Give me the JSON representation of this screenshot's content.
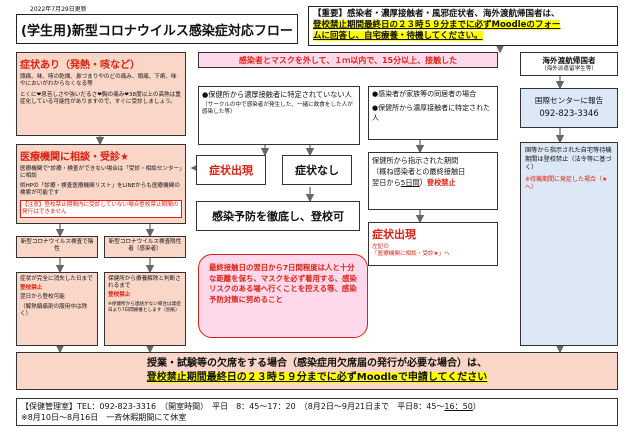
{
  "header": {
    "date": "2022年7月29日更新",
    "title": "(学生用)新型コロナウイルス感染症対応フロー"
  },
  "important": {
    "line1": "【重要】感染者・濃厚接触者・風邪症状者、海外渡航帰国者は、",
    "line2": "登校禁止期間最終日の２３時５９分までに必ずMoodleのフォー",
    "line3": "ムに回答し、自宅療養・待機してください。"
  },
  "symptoms": {
    "title": "症状あり（発熱・咳など）",
    "p1": "頭痛、味、咳の乾燥、鼻づまりやのどの痛み、頭痛、下痢、味やにおいがわからなくなる等",
    "p2": "とくに❤息苦しさや強いだるさ❤胸の痛み❤38度以上の高熱は重症化している可能性がありますので、すぐに受診しましょう。"
  },
  "medical": {
    "title": "医療機関に相談・受診",
    "star": "★",
    "p1": "医療機関で\"診療・検査ができない場合は「受診・相談センター」に相談",
    "p2": "県HPの「診療・検査医療機関リスト」をLINEからも医療機関の検索が可能です",
    "note": "【注意】登校禁止期間内に受診していない場合登校禁止期間の発行はできません"
  },
  "results": {
    "negative": "新型コロナウイルス検査で陰性",
    "positive": "新型コロナウイルス検査陽性者（感染者）",
    "neg_detail1": "症状が完全に消失した日まで",
    "neg_detail2": "登校禁止",
    "neg_detail3": "翌日から登校可能",
    "neg_detail4": "（解熱鎮痛剤の服用中は除く）",
    "pos_detail1": "保健所から療養解除と判断されるまで",
    "pos_detail2": "登校禁止",
    "pos_detail3": "※保健所から連絡がない場合は発症日より7日間療養とします（別紙）"
  },
  "contact": {
    "header": "感染者とマスクを外して、１ｍ以内で、15分以上、接触した",
    "case1_title": "●保健所から濃厚接触者に特定されていない人",
    "case1_note": "（サークルの中で感染者が発生した、一緒に飲食をした人が感染した等）",
    "case2a": "●感染者が家族等の同居者の場合",
    "case2b": "●保健所から濃厚接触者に特定された人"
  },
  "outcomes": {
    "symptom_onset": "症状出現",
    "no_symptom": "症状なし",
    "prevention": "感染予防を徹底し、登校可"
  },
  "period": {
    "line1": "保健所から指示された期間",
    "line2": "（概ね感染者との最終接触日",
    "line3": "翌日から",
    "line3b": "5日間",
    "line3c": "）登校禁止"
  },
  "onset2": {
    "title": "症状出現",
    "sub": "左記の",
    "sub2": "「医療機関に相談・受診★」へ"
  },
  "pink": {
    "text": "最終接触日の翌日から7日間程度は人と十分な距離を保ち、マスクを必ず着用する、感染リスクのある場へ行くことを控える等、感染予防対策に努めること"
  },
  "overseas": {
    "title": "海外渡航帰国者",
    "sub": "（海外派遣留学生等）",
    "report_label": "国際センターに報告",
    "phone": "092-823-3346",
    "p1": "国等から指示された自宅等待機期間は登校禁止（法令等に基づく）",
    "p2": "※待機期間に発症した場合（★へ）"
  },
  "absence": {
    "line1": "授業・試験等の欠席をする場合（感染症用欠席届の発行が必要な場合）は、",
    "line2": "登校禁止期間最終日の２３時５９分までに必ずMoodleで申請してください"
  },
  "footer": {
    "line1a": "【保健管理室】TEL：092-823-3316　（開室時間）　平日　8：45～17：20　（8月2日～9月21日まで　平日8：45～",
    "line1b": "16：50",
    "line1c": "）",
    "line2": "※8月10日～8月16日　一斉休暇期間にて休室"
  },
  "colors": {
    "salmon": "#f9d6c8",
    "pink": "#ffd8ec",
    "blue": "#dce8f5",
    "yellow": "#ffff00",
    "gray": "#e8e8e8",
    "red": "#dd2211"
  }
}
